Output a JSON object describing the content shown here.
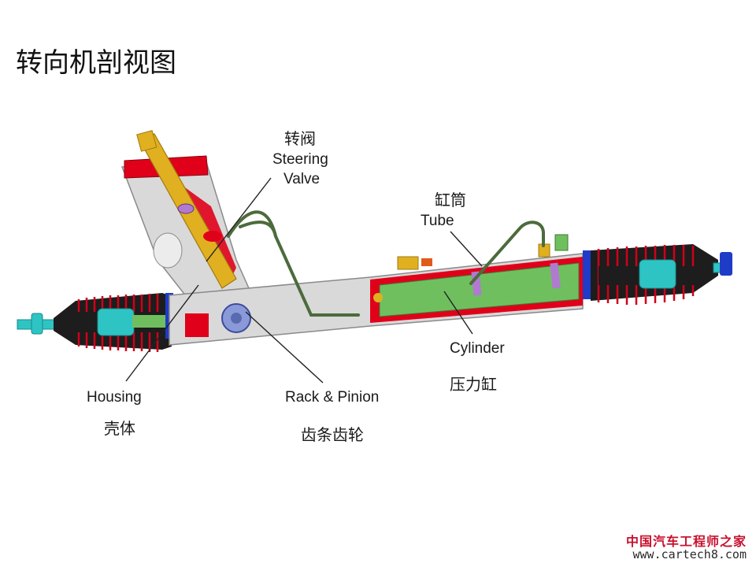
{
  "title": "转向机剖视图",
  "labels": {
    "steering_valve_zh": "转阀",
    "steering_valve_en_1": "Steering",
    "steering_valve_en_2": "Valve",
    "tube_zh": "缸筒",
    "tube_en": "Tube",
    "cylinder_en": "Cylinder",
    "cylinder_zh": "压力缸",
    "housing_en": "Housing",
    "housing_zh": "壳体",
    "rack_pinion_en": "Rack & Pinion",
    "rack_pinion_zh": "齿条齿轮"
  },
  "watermark": {
    "site_name": "中国汽车工程师之家",
    "url": "www.cartech8.com"
  },
  "colors": {
    "housing": "#d9d9d9",
    "cut_section": "#e0001a",
    "boot": "#1a1a1a",
    "cylinder_fill": "#6fbf5f",
    "valve": "#e0b020",
    "tie_rod": "#2ec4c4",
    "pipe": "#4c6b3c",
    "seal_ring": "#1e3cc8"
  }
}
